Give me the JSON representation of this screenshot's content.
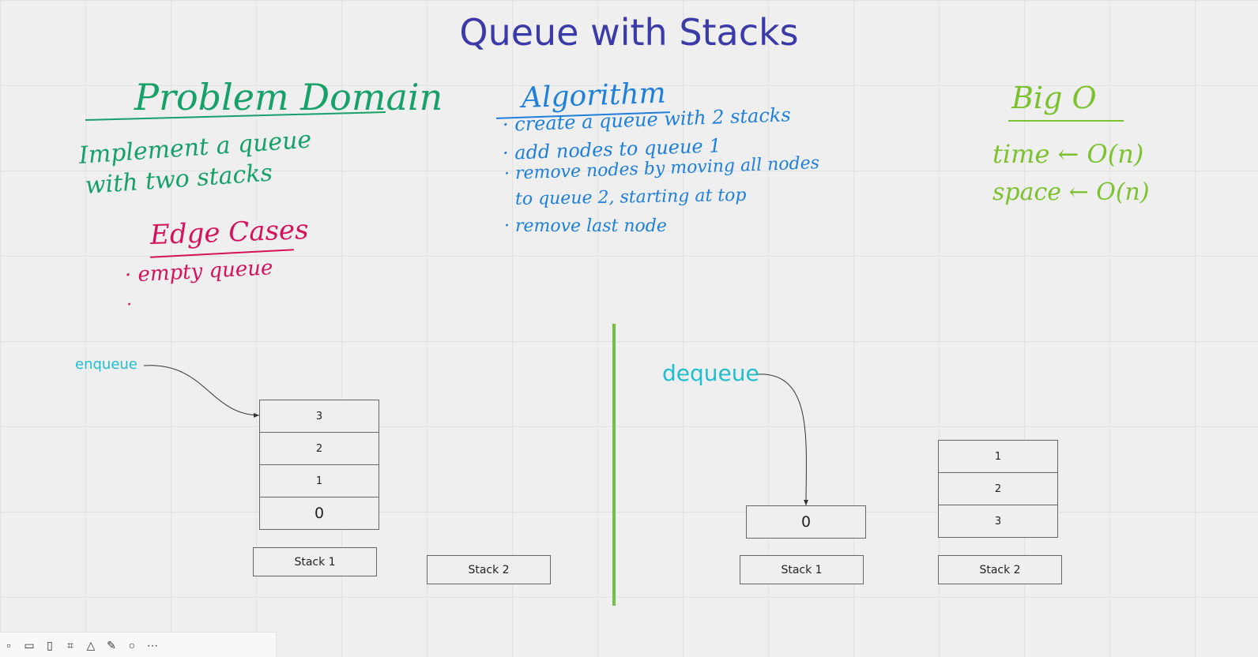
{
  "title": "Queue with Stacks",
  "sections": {
    "problem": {
      "heading": "Problem Domain",
      "lines": [
        "Implement a queue",
        "with two stacks"
      ],
      "color": "#16a06a"
    },
    "edge_cases": {
      "heading": "Edge Cases",
      "items": [
        "· empty queue",
        "·"
      ],
      "color": "#d6125a"
    },
    "algorithm": {
      "heading": "Algorithm",
      "items": [
        "· create a queue with 2 stacks",
        "· add nodes to queue 1",
        "· remove nodes by moving all nodes",
        "to queue 2, starting at top",
        "· remove last node"
      ],
      "color": "#1e7fdc"
    },
    "big_o": {
      "heading": "Big O",
      "time": "time ← O(n)",
      "space": "space ← O(n)",
      "color": "#7cc22e"
    }
  },
  "enqueue": {
    "label": "enqueue",
    "stack1": [
      "3",
      "2",
      "1",
      "0"
    ],
    "stack1_label": "Stack 1",
    "stack2_label": "Stack 2"
  },
  "dequeue": {
    "label": "dequeue",
    "stack1": [
      "0"
    ],
    "stack1_label": "Stack 1",
    "stack2": [
      "1",
      "2",
      "3"
    ],
    "stack2_label": "Stack 2"
  },
  "colors": {
    "title": "#3a3aa8",
    "cyan_label": "#1fbfcf",
    "divider": "#74c043"
  },
  "toolbar_icons": [
    "select-icon",
    "note-icon",
    "text-icon",
    "frame-icon",
    "shape-icon",
    "pen-icon",
    "comment-icon",
    "more-icon"
  ]
}
